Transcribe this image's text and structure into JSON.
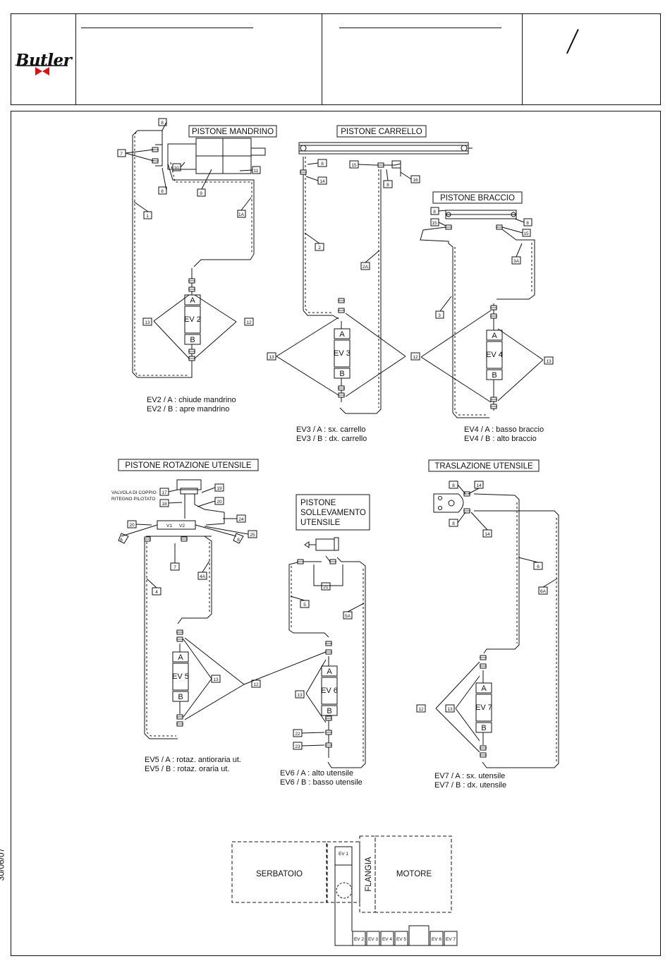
{
  "header": {
    "brand": "Butler",
    "brand_accent_color": "#d01818",
    "date": "30/06/07"
  },
  "sections": {
    "mandrino": {
      "title": "PISTONE MANDRINO",
      "valve": "EV 2",
      "caption_a": "EV2 / A : chiude mandrino",
      "caption_b": "EV2 / B : apre mandrino"
    },
    "carrello": {
      "title": "PISTONE CARRELLO",
      "valve": "EV 3",
      "caption_a": "EV3 / A : sx. carrello",
      "caption_b": "EV3 / B : dx. carrello"
    },
    "braccio": {
      "title": "PISTONE BRACCIO",
      "valve": "EV 4",
      "caption_a": "EV4 / A : basso braccio",
      "caption_b": "EV4 / B : alto braccio"
    },
    "rotazione": {
      "title": "PISTONE ROTAZIONE UTENSILE",
      "note_line1": "VALVOLA DI COPPIO",
      "note_line2": "RITEGNO PILOTATO",
      "v1": "V1",
      "v2": "V2",
      "valve": "EV 5",
      "caption_a": "EV5 / A : rotaz. antioraria ut.",
      "caption_b": "EV5 / B : rotaz. oraria ut."
    },
    "sollevamento": {
      "title_line1": "PISTONE",
      "title_line2": "SOLLEVAMENTO",
      "title_line3": "UTENSILE",
      "valve": "EV 6",
      "caption_a": "EV6 / A : alto utensile",
      "caption_b": "EV6 / B : basso utensile"
    },
    "traslazione": {
      "title": "TRASLAZIONE UTENSILE",
      "valve": "EV 7",
      "caption_a": "EV7 / A : sx. utensile",
      "caption_b": "EV7 / B : dx. utensile"
    }
  },
  "valve_labels": {
    "a": "A",
    "b": "B"
  },
  "tags": {
    "m1": "8",
    "m2": "7",
    "m3": "10",
    "m4": "11",
    "m5": "8",
    "m6": "9",
    "m7": "1",
    "m8": "1A",
    "m9": "13",
    "m10": "12",
    "c1": "8",
    "c2": "15",
    "c3": "14",
    "c4": "8",
    "c5": "16",
    "c6": "2",
    "c7": "2A",
    "c8": "13",
    "c9": "12",
    "b1": "8",
    "b2": "15",
    "b3": "8",
    "b4": "15",
    "b5": "3A",
    "b6": "3",
    "b7": "13",
    "r1": "17",
    "r2": "18",
    "r3": "19",
    "r4": "20",
    "r5": "24",
    "r6": "20",
    "r7": "25",
    "r8": "6",
    "r9": "8",
    "r10": "7",
    "r11": "4",
    "r12": "4A",
    "r13": "13",
    "r14": "12",
    "s1": "21",
    "s2": "5",
    "s3": "5A",
    "s4": "13",
    "s5": "22",
    "s6": "23",
    "t1": "8",
    "t2": "14",
    "t3": "8",
    "t4": "14",
    "t5": "6",
    "t6": "6A",
    "t7": "12",
    "t8": "13"
  },
  "tank_layout": {
    "tank": "SERBATOIO",
    "flange": "FLANGIA",
    "motor": "MOTORE",
    "ev1": "EV 1",
    "manifold": [
      "EV 2",
      "EV 3",
      "EV 4",
      "EV 5",
      "EV 6",
      "EV 7"
    ]
  }
}
